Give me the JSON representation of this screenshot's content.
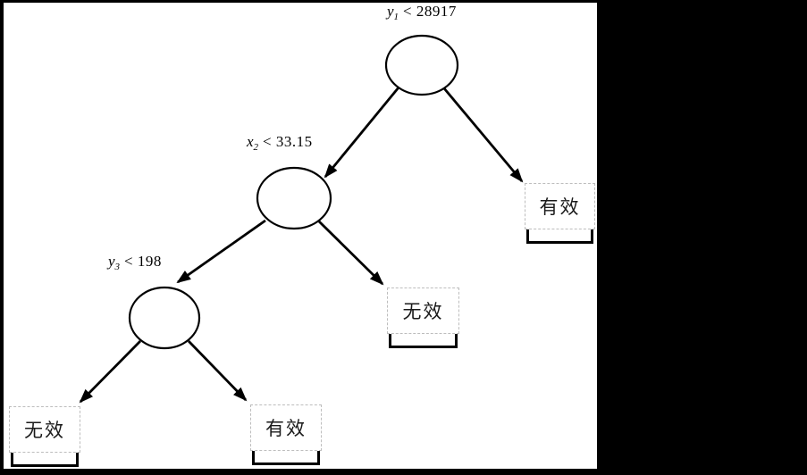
{
  "diagram": {
    "type": "decision-tree",
    "colors": {
      "frame": "#000000",
      "canvas": "#ffffff",
      "stroke": "#000000",
      "leaf_box_border": "#bdbdbd"
    },
    "nodes": {
      "root": {
        "variable": "y",
        "subscript": "1",
        "condition": "< 28917"
      },
      "x2": {
        "variable": "x",
        "subscript": "2",
        "condition": "< 33.15"
      },
      "y3": {
        "variable": "y",
        "subscript": "3",
        "condition": "< 198"
      }
    },
    "leaves": {
      "root_right": {
        "label": "有效"
      },
      "x2_right": {
        "label": "无效"
      },
      "y3_left": {
        "label": "无效"
      },
      "y3_right": {
        "label": "有效"
      }
    }
  }
}
